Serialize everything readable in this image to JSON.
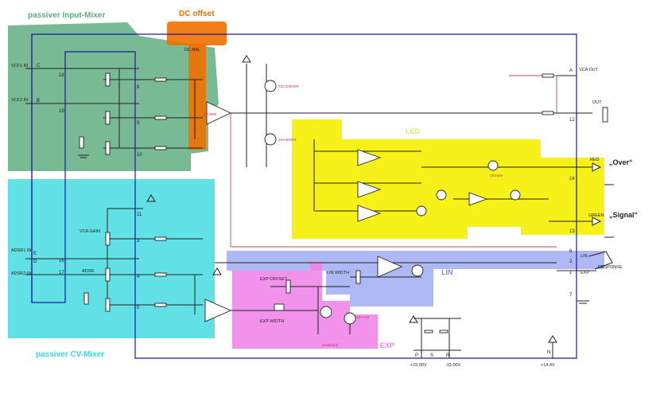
{
  "regions": {
    "input_mixer": {
      "title": "passiver Input-Mixer",
      "color": "#5fae80"
    },
    "dc_offset": {
      "title": "DC offset",
      "color": "#f07000"
    },
    "led": {
      "title": "LED",
      "color": "#f5f000"
    },
    "cv_mixer": {
      "title": "passiver CV-Mixer",
      "color": "#3ad8e0"
    },
    "lin": {
      "title": "LIN",
      "color": "#9aa8f0"
    },
    "exp": {
      "title": "EXP",
      "color": "#f080e8"
    }
  },
  "inputs": {
    "vcf1_in": "VCF1 IN",
    "vcf2_in": "VCF2 IN",
    "adsr1_in": "ADSR1 IN",
    "adsr2_in": "ADSR2 IN",
    "pin_c": "C",
    "pin_b": "B",
    "pin_e": "E",
    "pin_d": "D"
  },
  "outputs": {
    "vca_out": "VCA OUT",
    "out": "OUT",
    "pin_a": "A"
  },
  "controls": {
    "dc_bal": "DC BAL",
    "vca_gain": "VCA GAIN",
    "adsr": "ADSR",
    "exp_offset": "EXP OFFSET",
    "exp_width": "EXP WIDTH",
    "lin_width": "LIN WIDTH",
    "response": "RESPONSE",
    "lin": "LIN",
    "exp": "EXP"
  },
  "leds": {
    "red": "RED",
    "green": "GREEN",
    "over": "„Over“",
    "signal": "„Signal“"
  },
  "power": {
    "p15": "+15.00V",
    "m15": "-15.00V",
    "p144": "+14.4V",
    "p": "P",
    "s": "S",
    "r": "R",
    "n": "N"
  },
  "connector_pins": [
    "18",
    "19",
    "16",
    "17",
    "11",
    "8",
    "9",
    "10",
    "12",
    "14",
    "13",
    "6",
    "2",
    "1",
    "7",
    "4",
    "3",
    "5"
  ],
  "parts": {
    "q1": "2SC1000GR",
    "q2": "2SA493GR",
    "ic": "CA3080",
    "matched": "2SC945",
    "q_exp": "2SA733",
    "note": "(matched)"
  }
}
